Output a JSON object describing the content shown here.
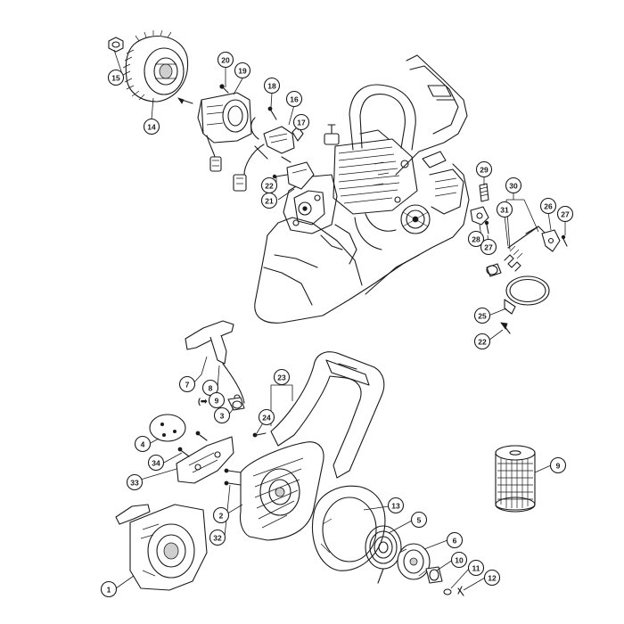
{
  "callouts": {
    "c1": "1",
    "c2": "2",
    "c3": "3",
    "c4": "4",
    "c5": "5",
    "c6": "6",
    "c7": "7",
    "c8": "8",
    "c9a": "9",
    "c9b": "9",
    "c10": "10",
    "c11": "11",
    "c12": "12",
    "c13": "13",
    "c14": "14",
    "c15": "15",
    "c16": "16",
    "c17": "17",
    "c18": "18",
    "c19": "19",
    "c20": "20",
    "c21": "21",
    "c22a": "22",
    "c22b": "22",
    "c23": "23",
    "c24": "24",
    "c25": "25",
    "c26": "26",
    "c27a": "27",
    "c27b": "27",
    "c28": "28",
    "c29": "29",
    "c30": "30",
    "c31": "31",
    "c32": "32",
    "c33": "33",
    "c34": "34"
  },
  "arrow_note": "(➡"
}
